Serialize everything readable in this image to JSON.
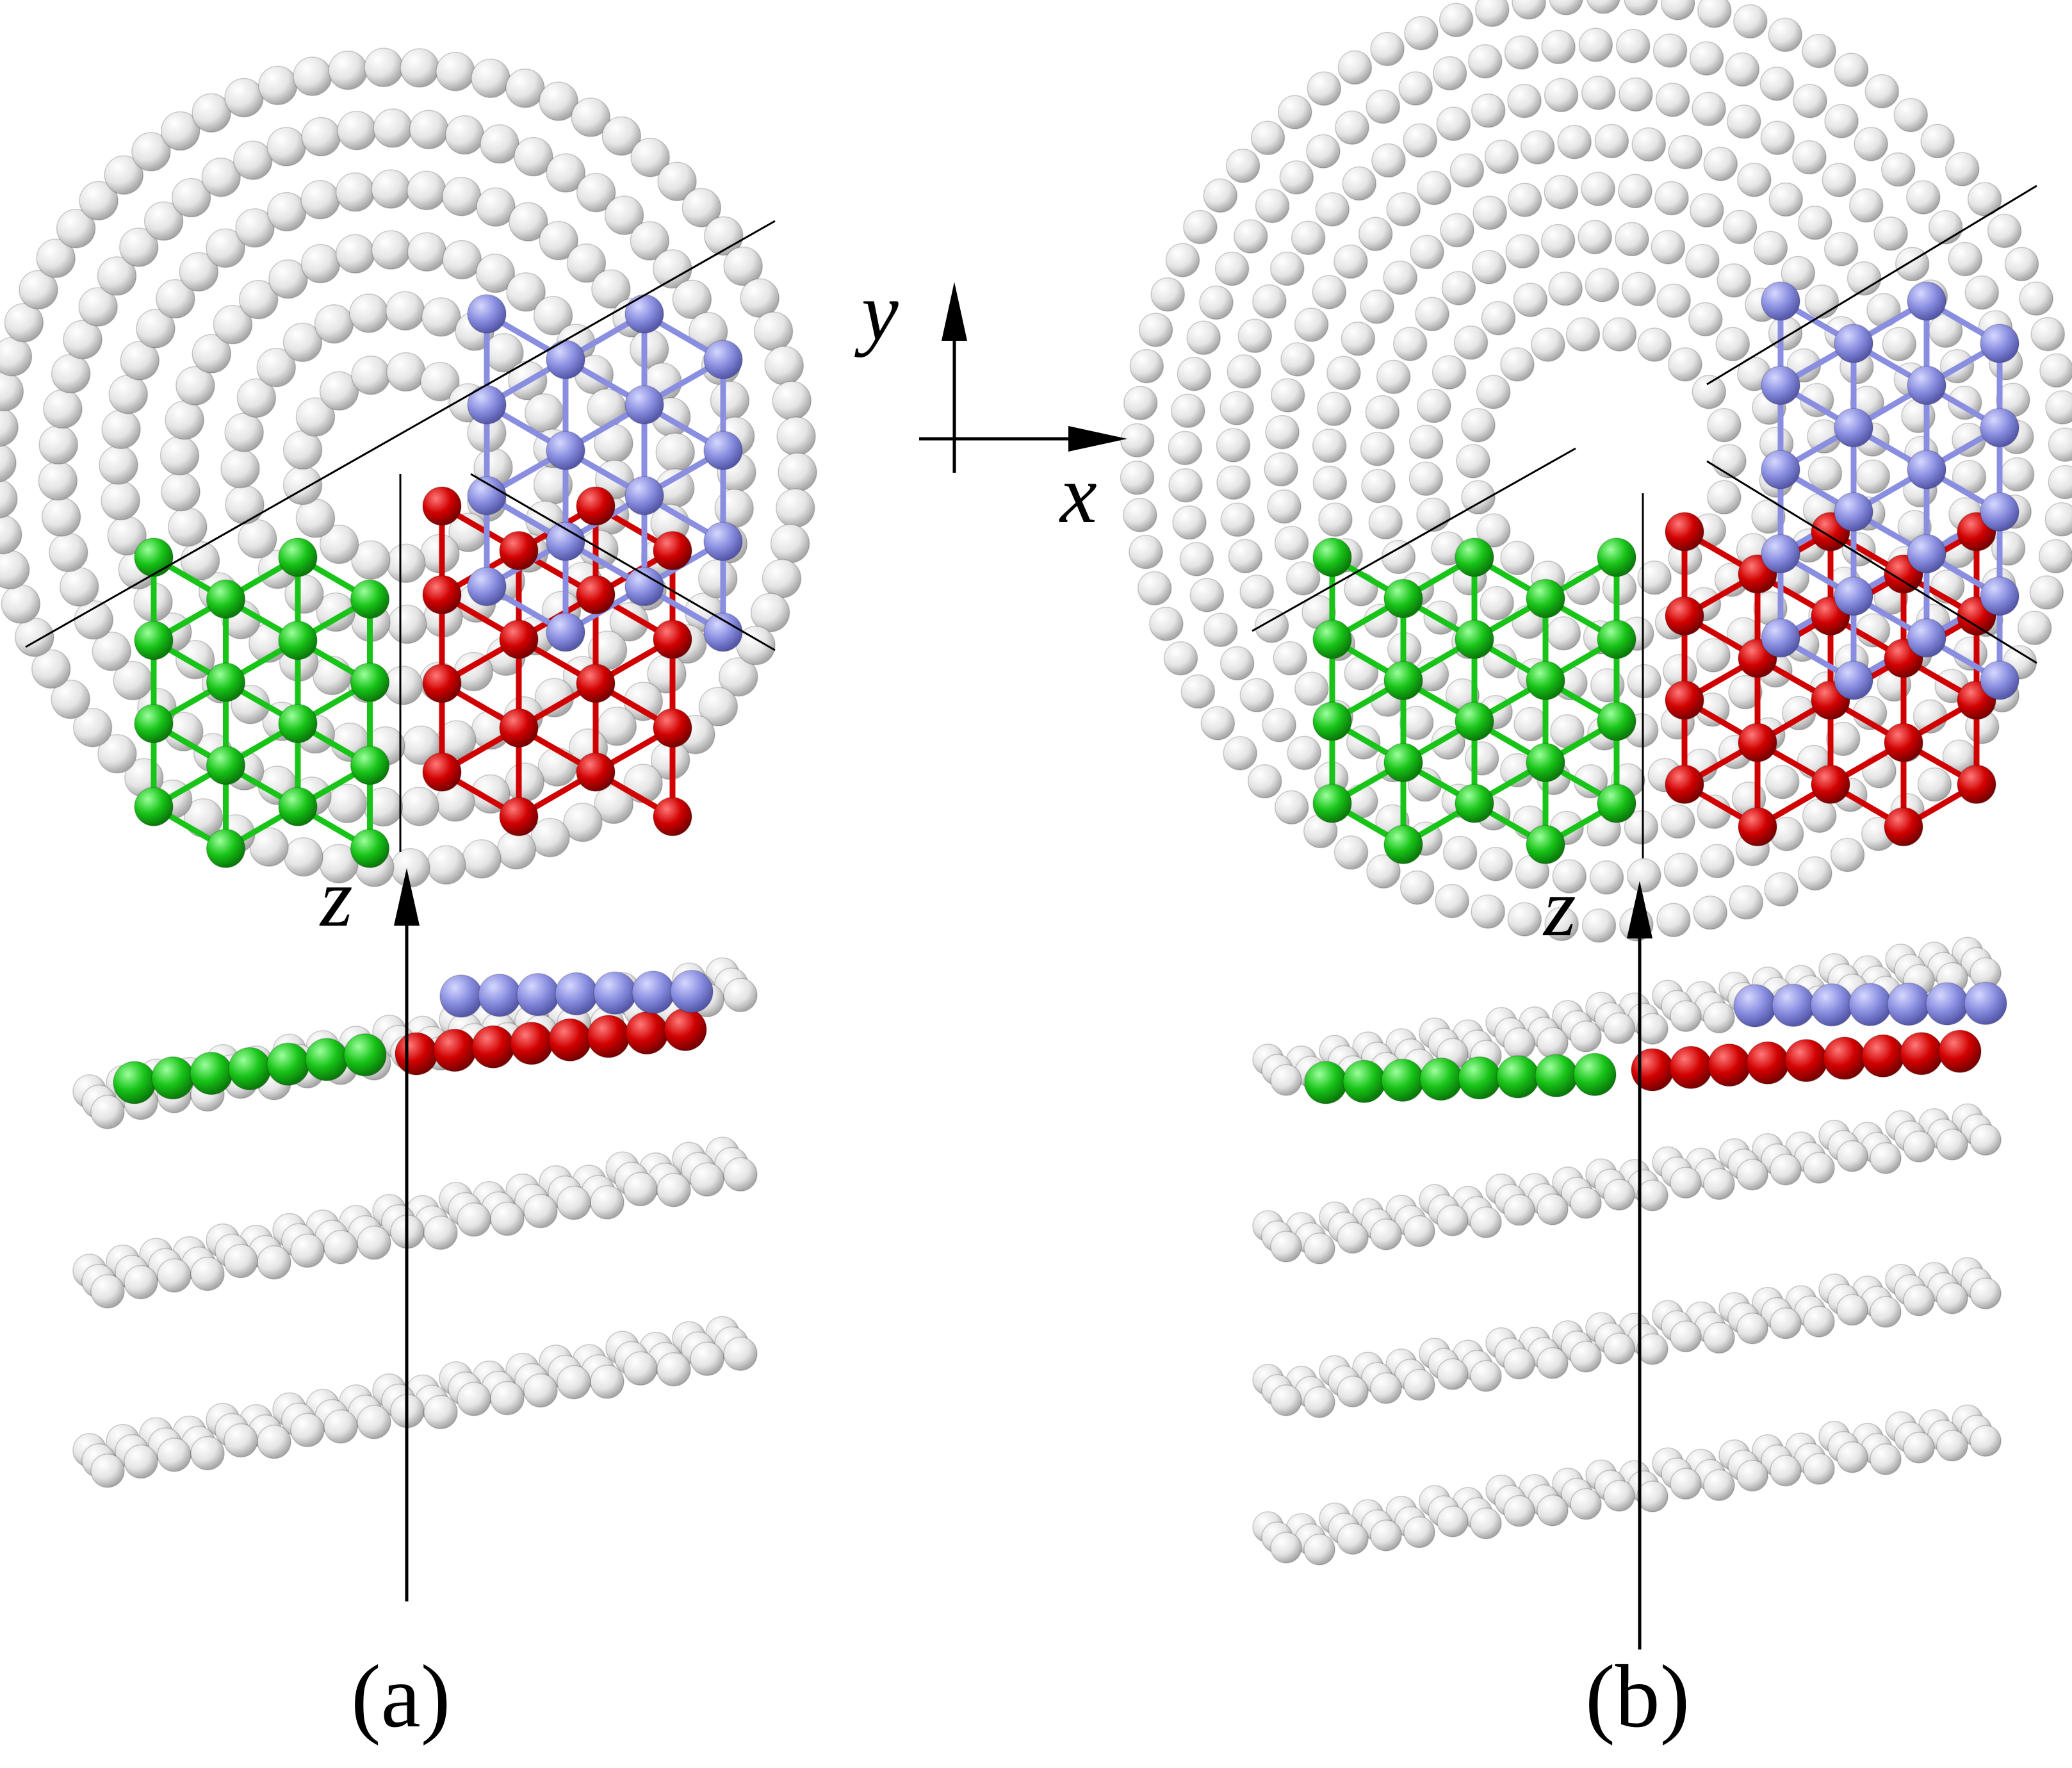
{
  "axes": {
    "x": "x",
    "y": "y",
    "z": "z"
  },
  "panels": [
    {
      "label": "(a)"
    },
    {
      "label": "(b)"
    }
  ],
  "colors": {
    "background": "#ffffff",
    "atom_white": "#e6e6e6",
    "atom_green": "#18c418",
    "atom_red": "#d10000",
    "atom_blue": "#8a8ee0",
    "axis_line": "#000000"
  }
}
